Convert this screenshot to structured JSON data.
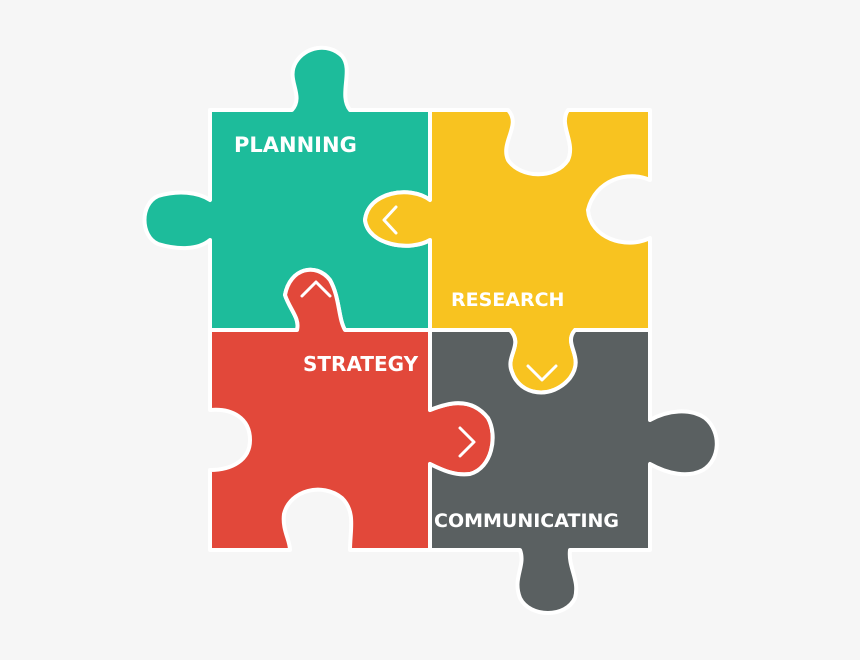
{
  "pieces": {
    "planning": {
      "label": "PLANNING",
      "color": "#1dbc9b"
    },
    "research": {
      "label": "RESEARCH",
      "color": "#f8c320"
    },
    "strategy": {
      "label": "STRATEGY",
      "color": "#e2483a"
    },
    "communicating": {
      "label": "COMMUNICATING",
      "color": "#5a6061"
    }
  },
  "connectors": {
    "planning_research": {
      "icon": "chevron-left-icon",
      "direction": "left"
    },
    "strategy_planning": {
      "icon": "chevron-up-icon",
      "direction": "up"
    },
    "research_communicating": {
      "icon": "chevron-down-icon",
      "direction": "down"
    },
    "strategy_communicating": {
      "icon": "chevron-right-icon",
      "direction": "right"
    }
  },
  "background": "#f6f6f6"
}
